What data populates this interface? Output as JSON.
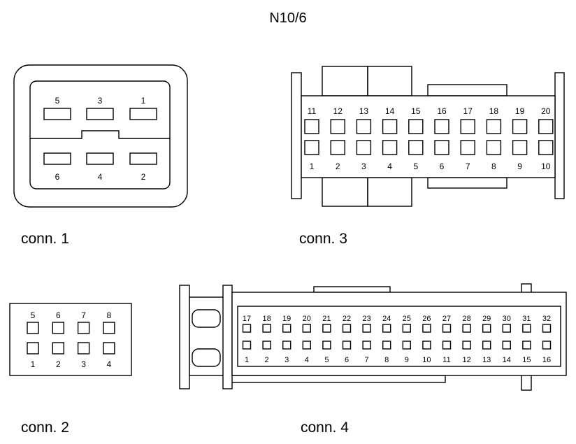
{
  "title": "N10/6",
  "captions": {
    "conn1": "conn. 1",
    "conn2": "conn. 2",
    "conn3": "conn. 3",
    "conn4": "conn. 4"
  },
  "conn1": {
    "top_pins": [
      "5",
      "3",
      "1"
    ],
    "bottom_pins": [
      "6",
      "4",
      "2"
    ]
  },
  "conn2": {
    "top_pins": [
      "5",
      "6",
      "7",
      "8"
    ],
    "bottom_pins": [
      "1",
      "2",
      "3",
      "4"
    ]
  },
  "conn3": {
    "top_pins": [
      "11",
      "12",
      "13",
      "14",
      "15",
      "16",
      "17",
      "18",
      "19",
      "20"
    ],
    "bottom_pins": [
      "1",
      "2",
      "3",
      "4",
      "5",
      "6",
      "7",
      "8",
      "9",
      "10"
    ]
  },
  "conn4": {
    "top_pins": [
      "17",
      "18",
      "19",
      "20",
      "21",
      "22",
      "23",
      "24",
      "25",
      "26",
      "27",
      "28",
      "29",
      "30",
      "31",
      "32"
    ],
    "bottom_pins": [
      "1",
      "2",
      "3",
      "4",
      "5",
      "6",
      "7",
      "8",
      "9",
      "10",
      "11",
      "12",
      "13",
      "14",
      "15",
      "16"
    ]
  }
}
